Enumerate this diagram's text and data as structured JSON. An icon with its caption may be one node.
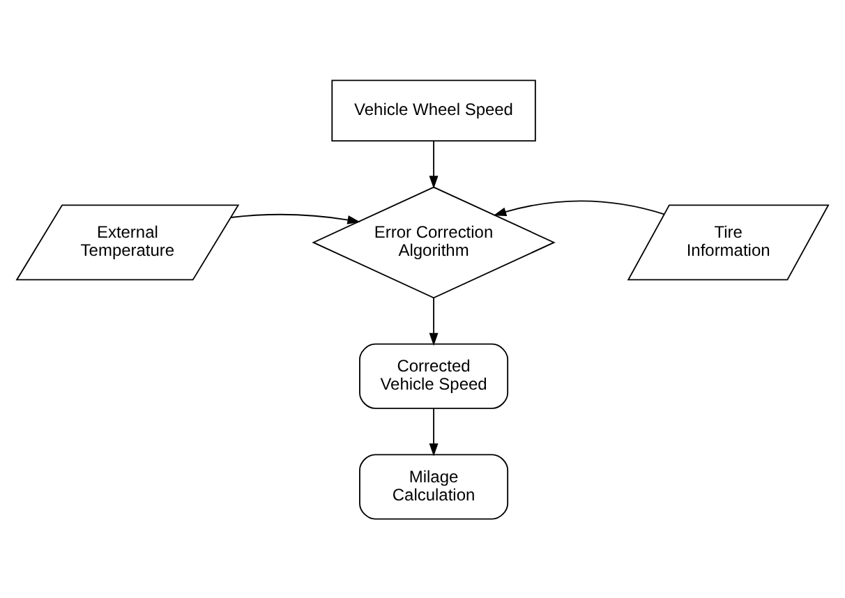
{
  "diagram": {
    "nodes": [
      {
        "text": [
          "Vehicle Wheel Speed"
        ]
      },
      {
        "text": [
          "External Temperature"
        ]
      },
      {
        "text": [
          "Error Correction Algorithm"
        ]
      },
      {
        "text": [
          "Tire Information"
        ]
      },
      {
        "text": [
          "Corrected Vehicle Speed"
        ]
      },
      {
        "text": [
          "Milage Calculation"
        ]
      }
    ],
    "edges": [
      {
        "from": 0,
        "to": 2,
        "arrow": "to"
      },
      {
        "from": 1,
        "to": 2,
        "arrow": "to"
      },
      {
        "from": 3,
        "to": 2,
        "arrow": "to"
      },
      {
        "from": 2,
        "to": 4,
        "arrow": "to"
      },
      {
        "from": 4,
        "to": 5,
        "arrow": "to"
      }
    ]
  }
}
